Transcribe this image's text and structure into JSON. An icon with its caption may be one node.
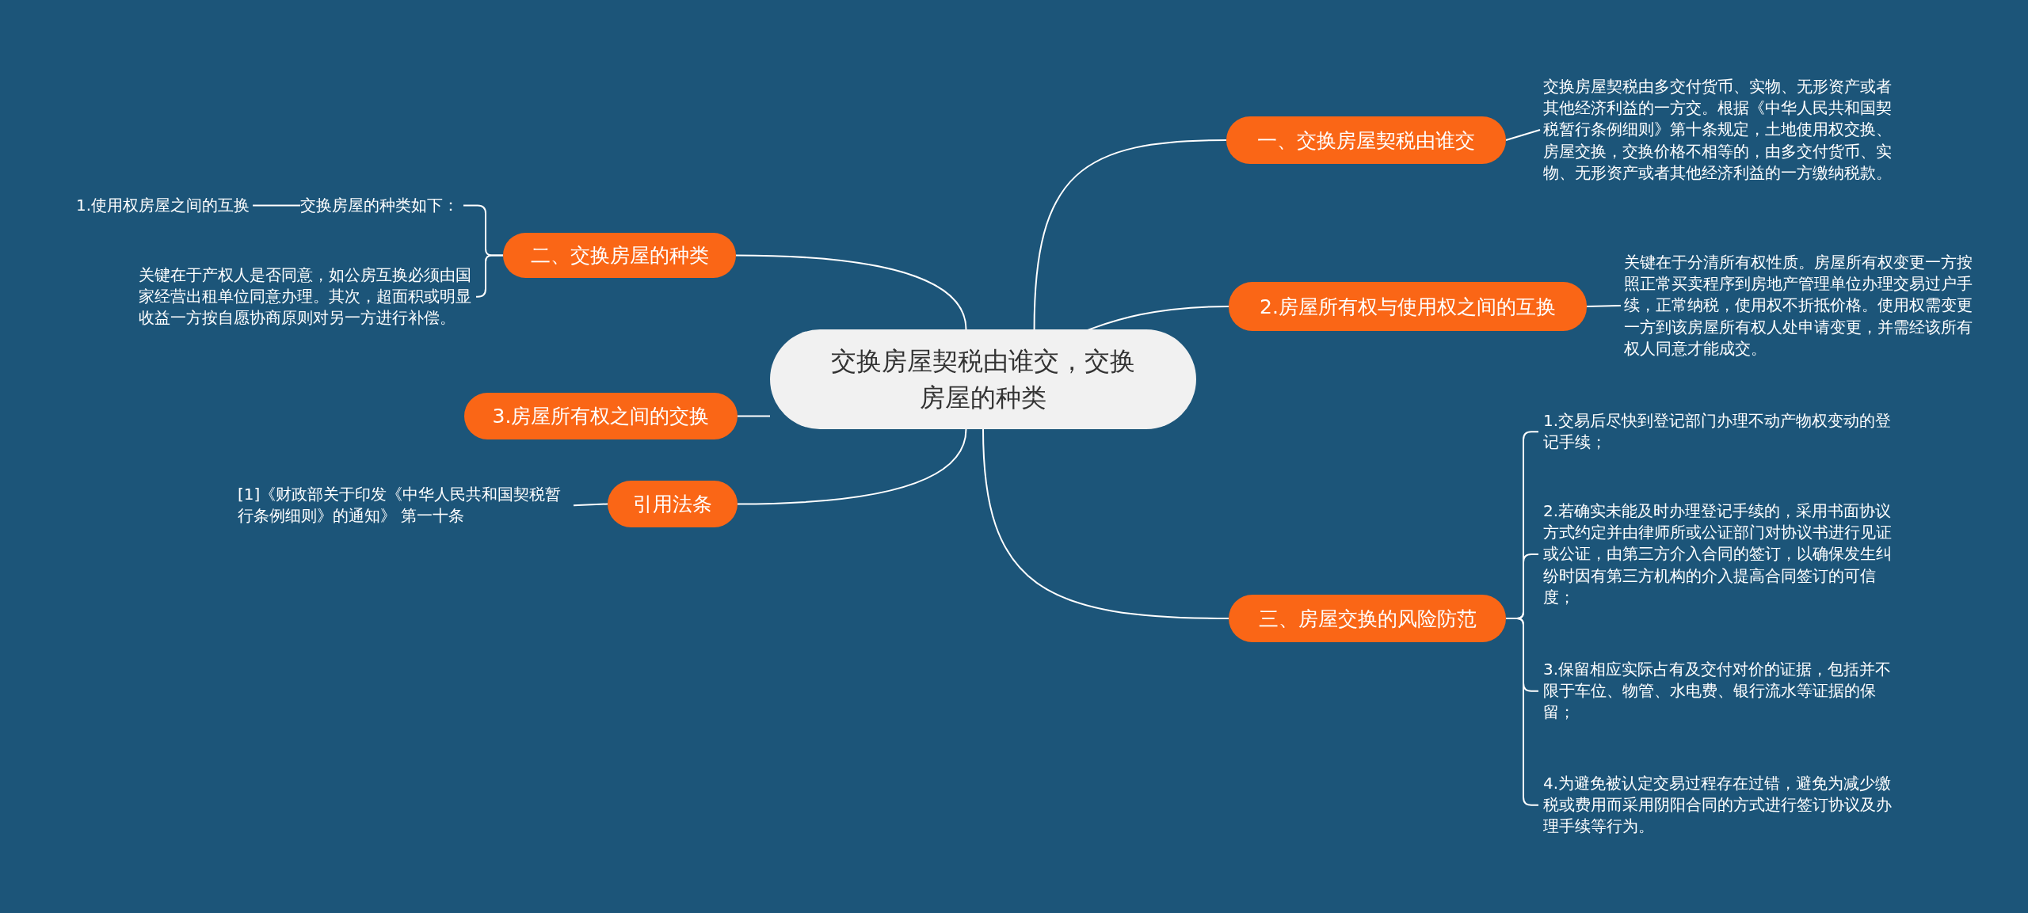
{
  "diagram": {
    "nodes": [
      {
        "text": [
          "交换房屋契税由谁交，交换房屋的种类"
        ]
      },
      {
        "text": [
          "一、交换房屋契税由谁交"
        ]
      },
      {
        "text": [
          "交换房屋契税由多交付货币、实物、无形资产或者其他经济利益的一方交。根据《中华人民共和国契税暂行条例细则》第十条规定，土地使用权交换、房屋交换，交换价格不相等的，由多交付货币、实物、无形资产或者其他经济利益的一方缴纳税款。"
        ]
      },
      {
        "text": [
          "2.房屋所有权与使用权之间的互换"
        ]
      },
      {
        "text": [
          "关键在于分清所有权性质。房屋所有权变更一方按照正常买卖程序到房地产管理单位办理交易过户手续，正常纳税，使用权不折抵价格。使用权需变更一方到该房屋所有权人处申请变更，并需经该所有权人同意才能成交。"
        ]
      },
      {
        "text": [
          "三、房屋交换的风险防范"
        ]
      },
      {
        "text": [
          "1.交易后尽快到登记部门办理不动产物权变动的登记手续；"
        ]
      },
      {
        "text": [
          "2.若确实未能及时办理登记手续的，采用书面协议方式约定并由律师所或公证部门对协议书进行见证或公证，由第三方介入合同的签订，以确保发生纠纷时因有第三方机构的介入提高合同签订的可信度；"
        ]
      },
      {
        "text": [
          "3.保留相应实际占有及交付对价的证据，包括并不限于车位、物管、水电费、银行流水等证据的保留；"
        ]
      },
      {
        "text": [
          "4.为避免被认定交易过程存在过错，避免为减少缴税或费用而采用阴阳合同的方式进行签订协议及办理手续等行为。"
        ]
      },
      {
        "text": [
          "二、交换房屋的种类"
        ]
      },
      {
        "text": [
          "交换房屋的种类如下："
        ]
      },
      {
        "text": [
          "1.使用权房屋之间的互换"
        ]
      },
      {
        "text": [
          "关键在于产权人是否同意，如公房互换必须由国家经营出租单位同意办理。其次，超面积或明显收益一方按自愿协商原则对另一方进行补偿。"
        ]
      },
      {
        "text": [
          "3.房屋所有权之间的交换"
        ]
      },
      {
        "text": [
          "引用法条"
        ]
      },
      {
        "text": [
          "[1]《财政部关于印发《中华人民共和国契税暂行条例细则》的通知》 第一十条"
        ]
      }
    ],
    "edges": [
      {
        "from": 0,
        "to": 1,
        "arrow": "none"
      },
      {
        "from": 1,
        "to": 2,
        "arrow": "none"
      },
      {
        "from": 0,
        "to": 3,
        "arrow": "none"
      },
      {
        "from": 3,
        "to": 4,
        "arrow": "none"
      },
      {
        "from": 0,
        "to": 5,
        "arrow": "none"
      },
      {
        "from": 5,
        "to": 6,
        "arrow": "none"
      },
      {
        "from": 5,
        "to": 7,
        "arrow": "none"
      },
      {
        "from": 5,
        "to": 8,
        "arrow": "none"
      },
      {
        "from": 5,
        "to": 9,
        "arrow": "none"
      },
      {
        "from": 0,
        "to": 10,
        "arrow": "none"
      },
      {
        "from": 10,
        "to": 11,
        "arrow": "none"
      },
      {
        "from": 11,
        "to": 12,
        "arrow": "none"
      },
      {
        "from": 10,
        "to": 13,
        "arrow": "none"
      },
      {
        "from": 0,
        "to": 14,
        "arrow": "none"
      },
      {
        "from": 0,
        "to": 15,
        "arrow": "none"
      },
      {
        "from": 15,
        "to": 16,
        "arrow": "none"
      }
    ]
  }
}
